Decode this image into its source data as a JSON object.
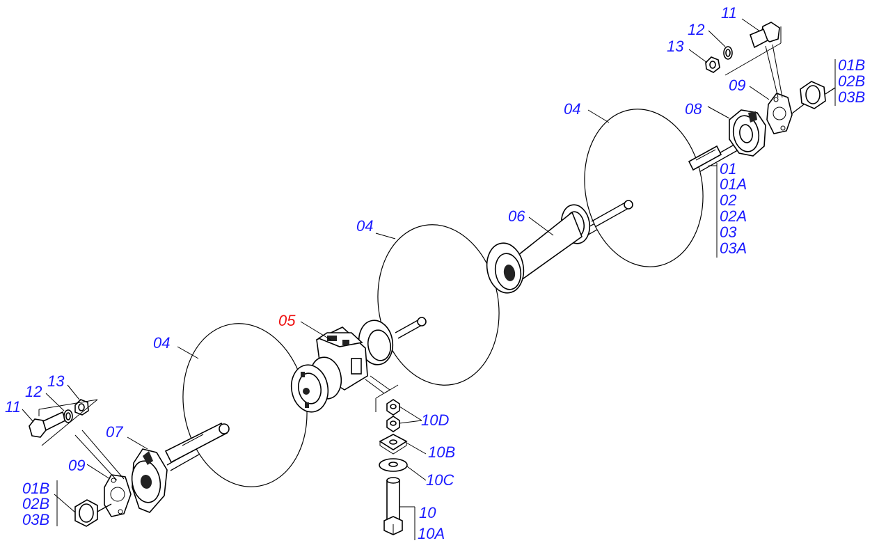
{
  "labels": {
    "l04a": "04",
    "l04b": "04",
    "l04c": "04",
    "l05": "05",
    "l06": "06",
    "l07": "07",
    "l08": "08",
    "l09a": "09",
    "l09b": "09",
    "l11a": "11",
    "l11b": "11",
    "l12a": "12",
    "l12b": "12",
    "l13a": "13",
    "l13b": "13",
    "l10D": "10D",
    "l10B": "10B",
    "l10C": "10C",
    "l10": "10",
    "l10A": "10A",
    "l01": "01",
    "l01A": "01A",
    "l02": "02",
    "l02A": "02A",
    "l03": "03",
    "l03A": "03A",
    "r01B": "01B",
    "r02B": "02B",
    "r03B": "03B",
    "b01B": "01B",
    "b02B": "02B",
    "b03B": "03B"
  },
  "colors": {
    "label": "#1a1aff",
    "highlight": "#ee1111",
    "line": "#000000"
  },
  "highlighted_part": "05"
}
